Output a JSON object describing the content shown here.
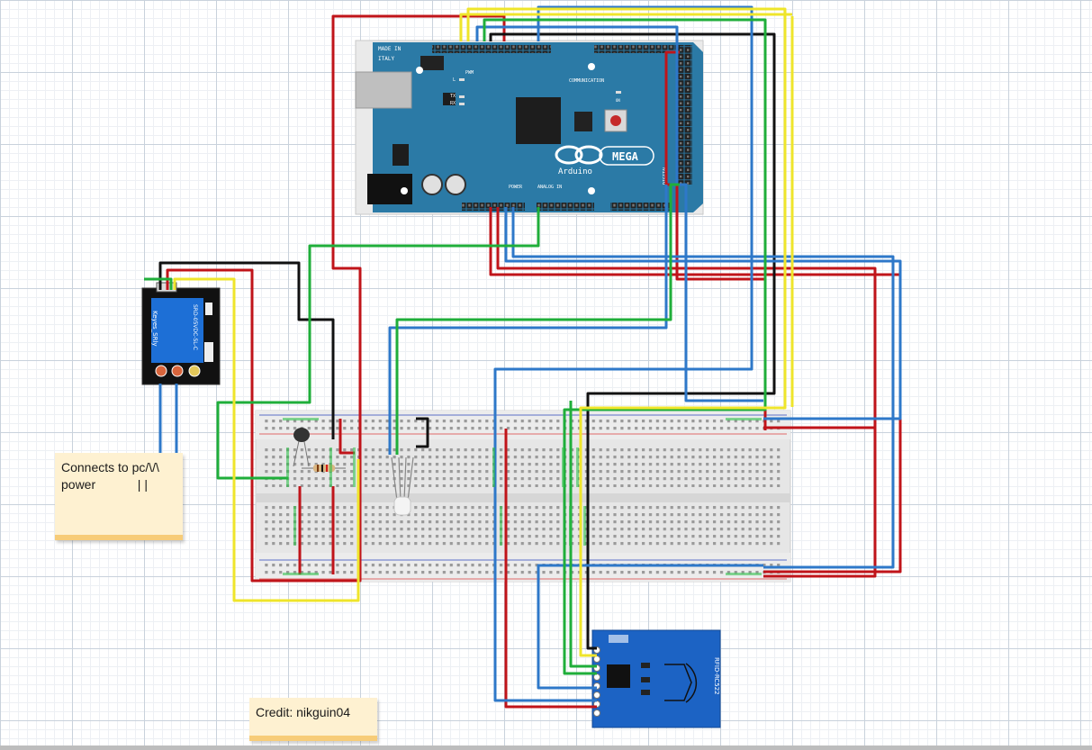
{
  "canvas": {
    "grid": true,
    "background": "#ffffff",
    "grid_color": "#c9d2dc"
  },
  "arduino": {
    "board_text": "MEGA",
    "brand_text": "Arduino",
    "made_in": "MADE IN",
    "made_in_country": "ITALY",
    "pwm_label": "PWM",
    "communication_label": "COMMUNICATION",
    "power_label": "POWER",
    "analog_label": "ANALOG IN",
    "digital_label": "DIGITAL",
    "tx_label": "TX",
    "rx_label": "RX",
    "l_label": "L",
    "on_label": "ON",
    "board_color": "#2b7aa6"
  },
  "relay": {
    "label": "Keyes_SRly",
    "spec_label": "SRD-05VDC-SL-C",
    "board_color": "#111111"
  },
  "rfid": {
    "label": "RFID-RC522",
    "board_color": "#1c63c4"
  },
  "notes": {
    "power_line1": "Connects to pc/\\/\\",
    "power_line2": "power            | |",
    "credit": "Credit: nikguin04"
  },
  "wire_colors": {
    "red": "#c0141a",
    "black": "#111111",
    "blue": "#2e78c9",
    "green": "#1fae3a",
    "yellow": "#efe52b"
  }
}
